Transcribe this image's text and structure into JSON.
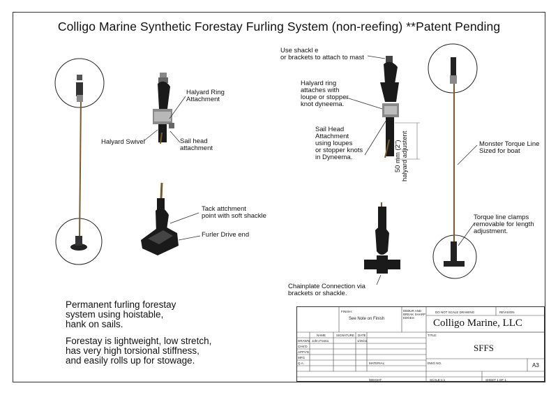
{
  "title": "Colligo Marine Synthetic Forestay Furling System (non-reefing)  **Patent Pending",
  "labels": {
    "halyard_ring_attachment": "Halyard Ring\nAttachment",
    "halyard_swivel": "Halyard Swivel",
    "sail_head_attachment": "Sail head\nattachment",
    "tack_attachment": "Tack attchment\npoint with soft shackle",
    "furler_drive_end": "Furler Drive end",
    "use_shackle": "Use shackl e\nor brackets to attach to mast",
    "halyard_ring_loupe": "Halyard ring\nattaches with\nloupe or stopper\nknot dyneema.",
    "sail_head_loupes": "Sail Head\nAttachment\nusing loupes\nor stopper knots\nin Dyneema.",
    "halyard_adjustment": "50 mm (2\")\nhalyard adjustent",
    "monster_torque_line": "Monster Torque Line\nSized for boat",
    "torque_line_clamps": "Torque line clamps\nremovable for length\nadjustment.",
    "chainplate_connection": "Chainplate Connection via\nbrackets or shackle."
  },
  "notes": {
    "line1": "Permanent furling forestay\nsystem using hoistable,\nhank on sails.",
    "line2": "Forestay is lightweight, low stretch,\nhas very high torsional stiffness,\nand easily rolls up for stowage."
  },
  "title_block": {
    "finish_label": "FINISH:",
    "finish_value": "See Note on Finish",
    "deburr": "DEBUR AND\nBREAK SHARP\nEDGES",
    "do_not_scale": "DO NOT SCALE DRAWING",
    "revision": "REVISION",
    "company": "Colligo Marine, LLC",
    "title_label": "TITLE:",
    "part_title": "SFFS",
    "name_col": "NAME",
    "signature_col": "SIGNATURE",
    "date_col": "DATE",
    "drawn": "DRAWN",
    "drawn_name": "John Franta",
    "drawn_date": "1/26/11",
    "chkd": "CHK'D",
    "appvd": "APPV'D",
    "mfg": "MFG",
    "qa": "Q.A",
    "material": "MATERIAL:",
    "dwg_no": "DWG NO.",
    "size": "A3",
    "weight": "WEIGHT:",
    "scale": "SCALE:1:1",
    "sheet": "SHEET 1 OF 1"
  },
  "colors": {
    "line": "#7a5a2a",
    "hardware": "#1a1a1a",
    "metal": "#9a9a9a"
  }
}
